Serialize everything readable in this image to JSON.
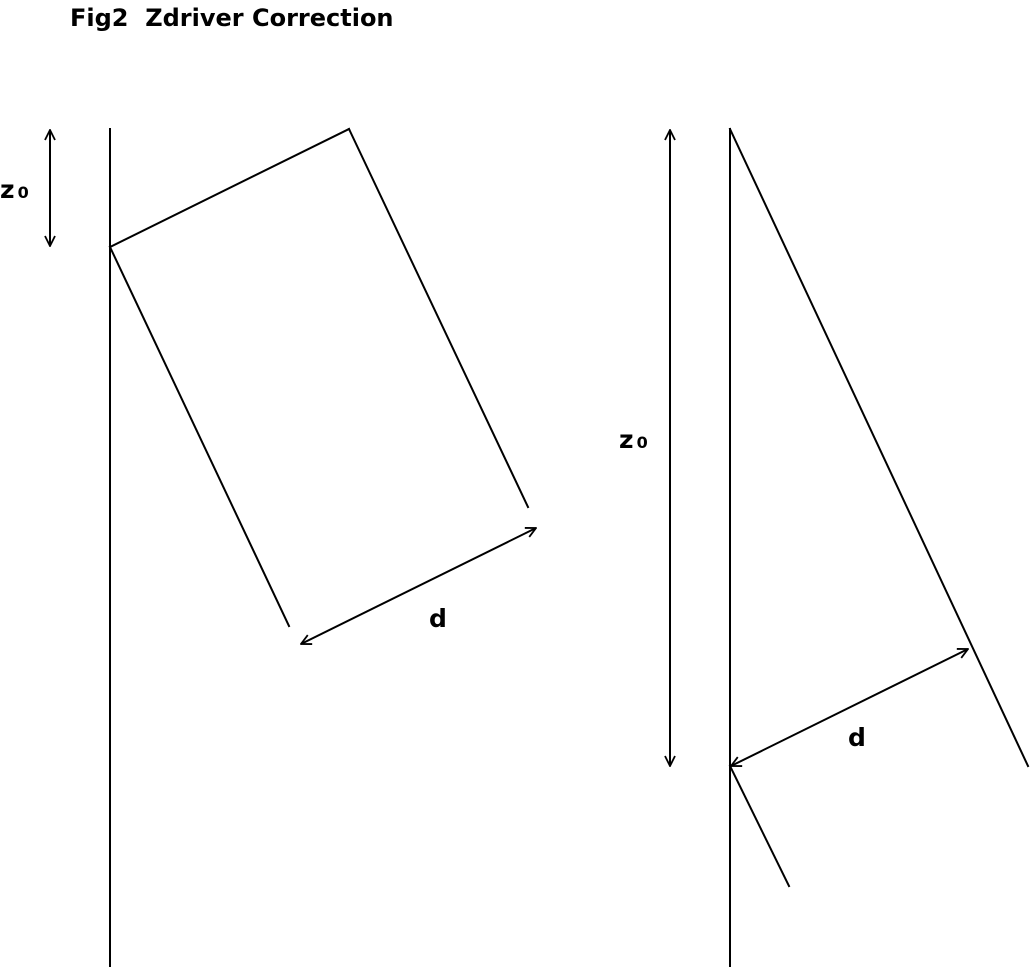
{
  "title": "Fig2  Zdriver Correction",
  "labels": {
    "z_main": "z",
    "z_sub": "0",
    "d": "d"
  }
}
